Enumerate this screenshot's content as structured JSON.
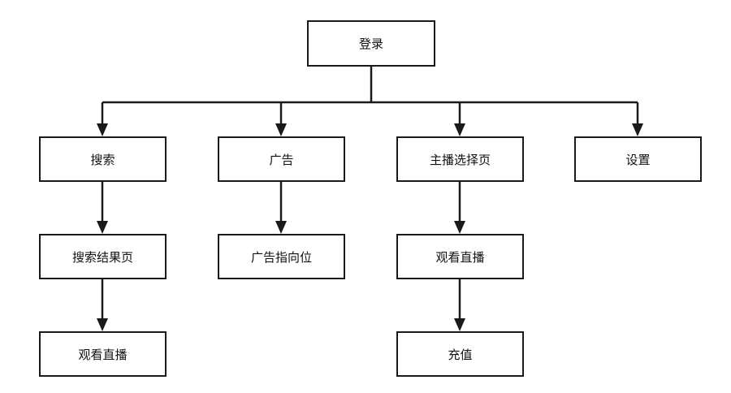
{
  "diagram": {
    "nodes": {
      "login": "登录",
      "search": "搜索",
      "ad": "广告",
      "anchor_select": "主播选择页",
      "settings": "设置",
      "search_results": "搜索结果页",
      "ad_target": "广告指向位",
      "watch_live_from_anchor": "观看直播",
      "watch_live_from_search": "观看直播",
      "recharge": "充值"
    },
    "edges": [
      [
        "login",
        "search"
      ],
      [
        "login",
        "ad"
      ],
      [
        "login",
        "anchor_select"
      ],
      [
        "login",
        "settings"
      ],
      [
        "search",
        "search_results"
      ],
      [
        "search_results",
        "watch_live_from_search"
      ],
      [
        "ad",
        "ad_target"
      ],
      [
        "anchor_select",
        "watch_live_from_anchor"
      ],
      [
        "watch_live_from_anchor",
        "recharge"
      ]
    ]
  }
}
